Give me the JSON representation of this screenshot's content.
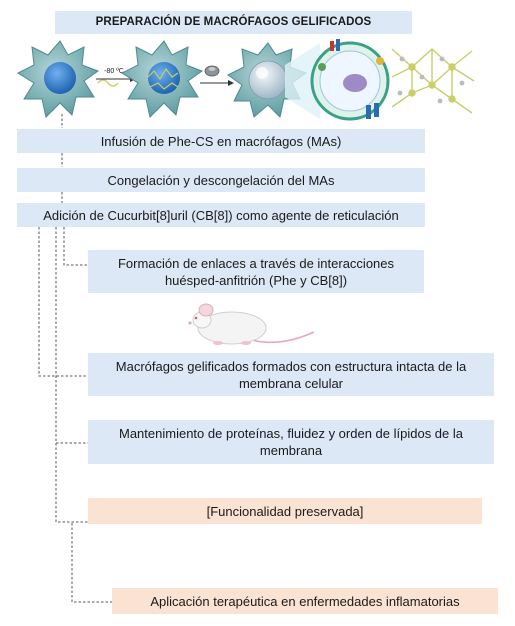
{
  "title": "PREPARACIÓN DE MACRÓFAGOS GELIFICADOS",
  "temp_label": "-80 ºC",
  "steps": [
    "Infusión de Phe-CS en macrófagos (MAs)",
    "Congelación y descongelación del MAs",
    "Adición de Cucurbit[8]uril (CB[8]) como agente de reticulación",
    "Formación de enlaces a través de interacciones huésped-anfitrión (Phe y CB[8])",
    "Macrófagos gelificados formados con estructura intacta de la membrana celular",
    "Mantenimiento de proteínas, fluidez y orden de lípidos de la membrana",
    "[Funcionalidad preservada]",
    "Aplicación terapéutica en enfermedades inflamatorias"
  ],
  "colors": {
    "blue_box": "#dce8f5",
    "peach_box": "#fbe3d4",
    "connector": "#555555",
    "cell": "#7fb3b8",
    "nucleus": "#2f7fc9"
  },
  "icons": [
    "macrophage-cell-icon",
    "freezing-arrow-icon",
    "cb8-molecule-icon",
    "gel-network-icon",
    "mouse-icon"
  ]
}
